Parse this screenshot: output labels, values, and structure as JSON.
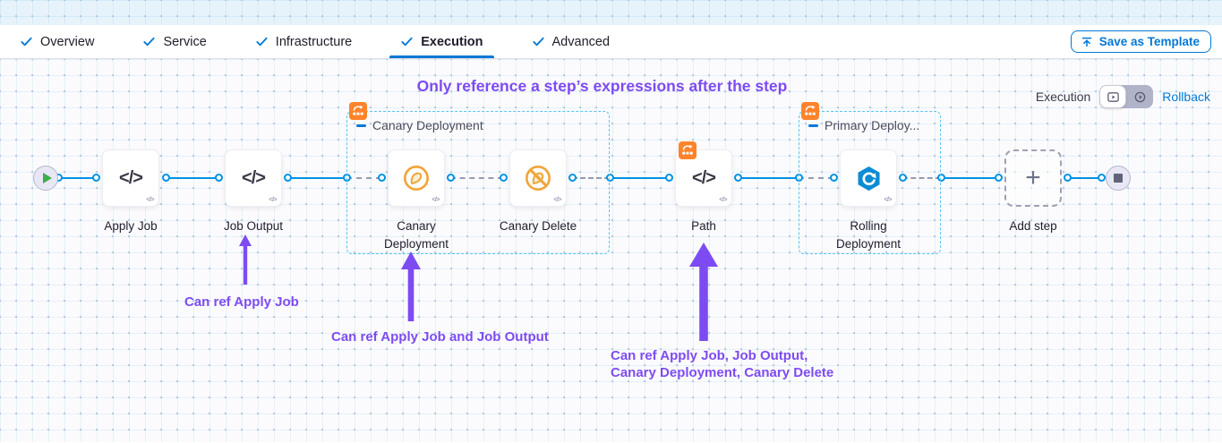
{
  "header": {
    "tabs": [
      {
        "label": "Overview"
      },
      {
        "label": "Service"
      },
      {
        "label": "Infrastructure"
      },
      {
        "label": "Execution"
      },
      {
        "label": "Advanced"
      }
    ],
    "active_tab": "Execution",
    "save_as_template": "Save as Template"
  },
  "toolbar": {
    "execution_label": "Execution",
    "rollback_label": "Rollback"
  },
  "annotations": {
    "heading": "Only reference a step’s expressions after the step",
    "notes": [
      "Can ref Apply Job",
      "Can ref Apply Job and Job Output",
      "Can ref Apply Job, Job Output,\nCanary Deployment, Canary Delete"
    ]
  },
  "pipeline": {
    "groups": [
      {
        "label": "Canary Deployment"
      },
      {
        "label": "Primary Deploy..."
      }
    ],
    "steps": {
      "apply_job": {
        "label": "Apply Job"
      },
      "job_output": {
        "label": "Job Output"
      },
      "canary_deployment": {
        "label": "Canary Deployment"
      },
      "canary_delete": {
        "label": "Canary Delete"
      },
      "path": {
        "label": "Path"
      },
      "rolling_deployment": {
        "label": "Rolling Deployment"
      },
      "add_step": {
        "label": "Add step"
      }
    }
  },
  "icons": {
    "code": "</>",
    "plus": "+"
  },
  "colors": {
    "accent_blue": "#0278d5",
    "connector_blue": "#0092e4",
    "annotation_purple": "#7d4bf2",
    "badge_orange": "#ff832b",
    "canary_orange": "#f1a53a",
    "rolling_blue": "#0b8cd4"
  }
}
